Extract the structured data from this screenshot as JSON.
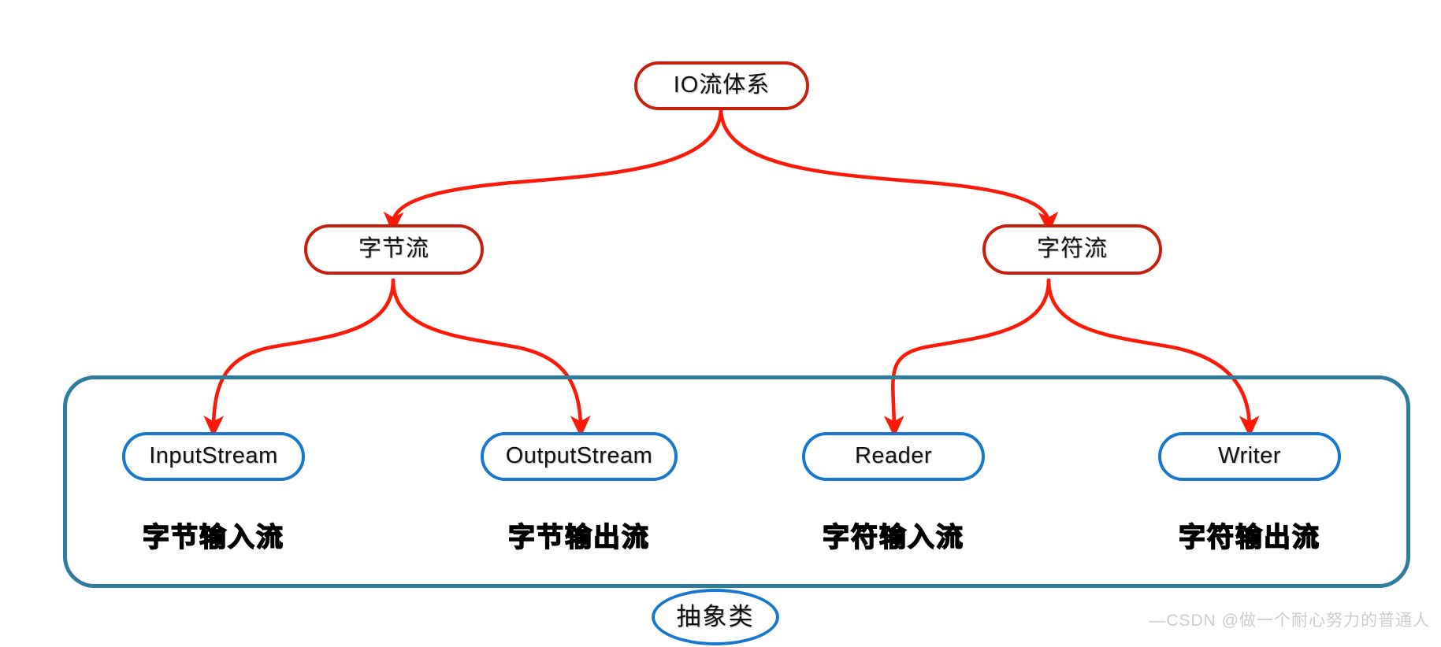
{
  "diagram": {
    "title": "IO流体系",
    "root": {
      "label": "IO流体系",
      "border_color": "#c8200d"
    },
    "level2": [
      {
        "label": "字节流",
        "border_color": "#c8200d"
      },
      {
        "label": "字符流",
        "border_color": "#c8200d"
      }
    ],
    "leaves": [
      {
        "label": "InputStream",
        "caption": "字节输入流",
        "border_color": "#1678ce"
      },
      {
        "label": "OutputStream",
        "caption": "字节输出流",
        "border_color": "#1678ce"
      },
      {
        "label": "Reader",
        "caption": "字符输入流",
        "border_color": "#1678ce"
      },
      {
        "label": "Writer",
        "caption": "字符输出流",
        "border_color": "#1678ce"
      }
    ],
    "group": {
      "label": "抽象类",
      "border_color": "#2e7d9e"
    },
    "edge_color": "#fb1a07"
  },
  "watermark": {
    "text": "—CSDN @做一个耐心努力的普通人"
  }
}
